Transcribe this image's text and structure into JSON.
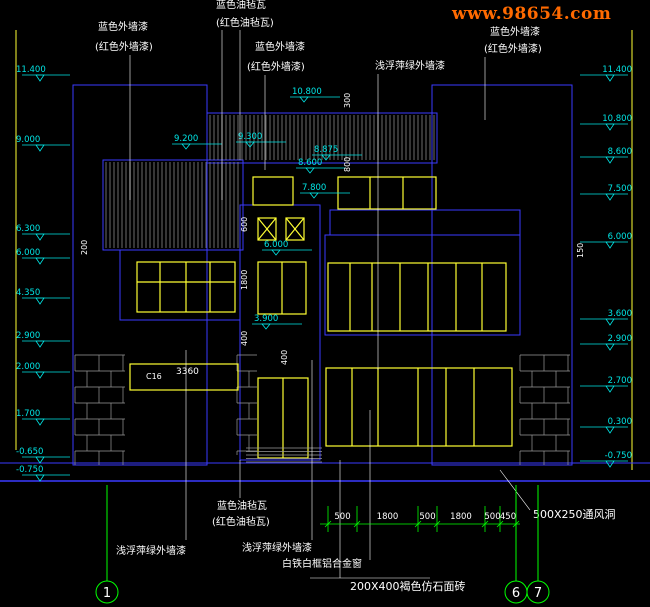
{
  "watermark": "www.98654.com",
  "colors": {
    "background": "#000000",
    "building": "#3a3aff",
    "cyan": "#00e5e5",
    "green": "#00ff00",
    "yellow": "#ffff33",
    "white": "#ffffff",
    "gray": "#9a9a9a",
    "watermark": "#ff6a00"
  },
  "elevations_left": [
    "11.400",
    "9.000",
    "6.300",
    "6.000",
    "4.350",
    "2.900",
    "2.000",
    "1.700",
    "-0.650",
    "-0.750"
  ],
  "elevations_right": [
    "11.400",
    "10.800",
    "8.600",
    "7.500",
    "6.000",
    "3.600",
    "2.900",
    "2.700",
    "0.300",
    "-0.750"
  ],
  "elevations_inner": [
    "10.800",
    "9.200",
    "9.300",
    "8.600",
    "8.875",
    "7.800",
    "6.000",
    "3.900"
  ],
  "dims_vertical": [
    "300",
    "800",
    "600",
    "200",
    "1800",
    "400",
    "150",
    "400"
  ],
  "dims_bottom": [
    "500",
    "1800",
    "500",
    "1800",
    "500",
    "450"
  ],
  "dim_window": "3360",
  "window_tag": "C16",
  "annotations": {
    "blue_wall_paint": "蓝色外墙漆",
    "red_wall_paint_paren": "(红色外墙漆)",
    "blue_felt_tile": "蓝色油毡瓦",
    "red_felt_tile_paren": "(红色油毡瓦)",
    "light_green_paint": "浅浮萍绿外墙漆",
    "white_frame_window": "白铁白框铝合金窗",
    "stone_brick": "200X400褐色仿石面砖",
    "vent_hole": "500X250通风洞"
  },
  "axis_labels": [
    "1",
    "6",
    "7"
  ]
}
